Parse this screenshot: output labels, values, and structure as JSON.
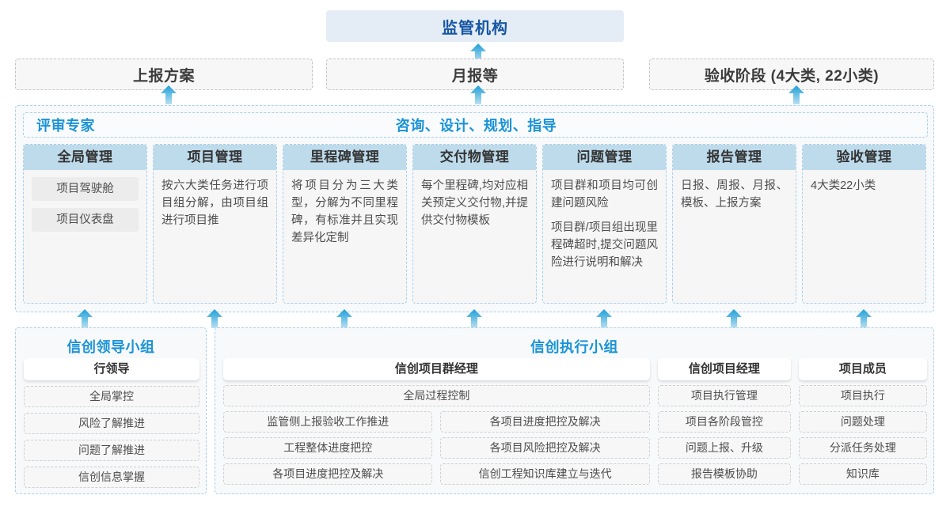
{
  "top": {
    "regulator": "监管机构",
    "reports": [
      {
        "label": "上报方案"
      },
      {
        "label": "月报等"
      },
      {
        "label": "验收阶段 (4大类, 22小类)"
      }
    ]
  },
  "middle": {
    "title_left": "评审专家",
    "title_right": "咨询、设计、规划、指导",
    "columns": [
      {
        "header": "全局管理",
        "chips": [
          "项目驾驶舱",
          "项目仪表盘"
        ],
        "paragraphs": []
      },
      {
        "header": "项目管理",
        "chips": [],
        "paragraphs": [
          "按六大类任务进行项目组分解，由项目组进行项目推"
        ]
      },
      {
        "header": "里程碑管理",
        "chips": [],
        "paragraphs": [
          "将项目分为三大类型，分解为不同里程碑，有标准并且实现差异化定制"
        ]
      },
      {
        "header": "交付物管理",
        "chips": [],
        "paragraphs": [
          "每个里程碑,均对应相关预定义交付物,并提供交付物模板"
        ]
      },
      {
        "header": "问题管理",
        "chips": [],
        "paragraphs": [
          "项目群和项目均可创建问题风险",
          "项目群/项目组出现里程碑超时,提交问题风险进行说明和解决"
        ]
      },
      {
        "header": "报告管理",
        "chips": [],
        "paragraphs": [
          "日报、周报、月报、模板、上报方案"
        ]
      },
      {
        "header": "验收管理",
        "chips": [],
        "paragraphs": [
          "4大类22小类"
        ]
      }
    ]
  },
  "bottom": {
    "leading_group": {
      "title": "信创领导小组",
      "role": "行领导",
      "tasks": [
        "全局掌控",
        "风险了解推进",
        "问题了解推进",
        "信创信息掌握"
      ]
    },
    "exec_group": {
      "title": "信创执行小组",
      "program_manager": {
        "role": "信创项目群经理",
        "full_width_task": "全局过程控制",
        "left_tasks": [
          "监管侧上报验收工作推进",
          "工程整体进度把控",
          "各项目进度把控及解决"
        ],
        "right_tasks": [
          "各项目进度把控及解决",
          "各项目风险把控及解决",
          "信创工程知识库建立与迭代"
        ]
      },
      "project_manager": {
        "role": "信创项目经理",
        "tasks": [
          "项目执行管理",
          "项目各阶段管控",
          "问题上报、升级",
          "报告模板协助"
        ]
      },
      "member": {
        "role": "项目成员",
        "tasks": [
          "项目执行",
          "问题处理",
          "分派任务处理",
          "知识库"
        ]
      }
    }
  },
  "arrows": {
    "icon": "arrow-up-icon",
    "color_top": "#1f9fd8",
    "color_bottom": "#b9e0f2",
    "top_row_x": [
      203,
      594,
      996
    ],
    "mid_row_x": [
      100,
      265,
      430,
      595,
      760,
      925,
      1090
    ]
  },
  "colors": {
    "accent_blue": "#1a93d6",
    "title_blue": "#1857a4",
    "header_fill": "#bedbec",
    "panel_bg": "#f7f9fb",
    "dashed_blue": "#a9cfe8",
    "dashed_gray": "#c4c4c4"
  }
}
